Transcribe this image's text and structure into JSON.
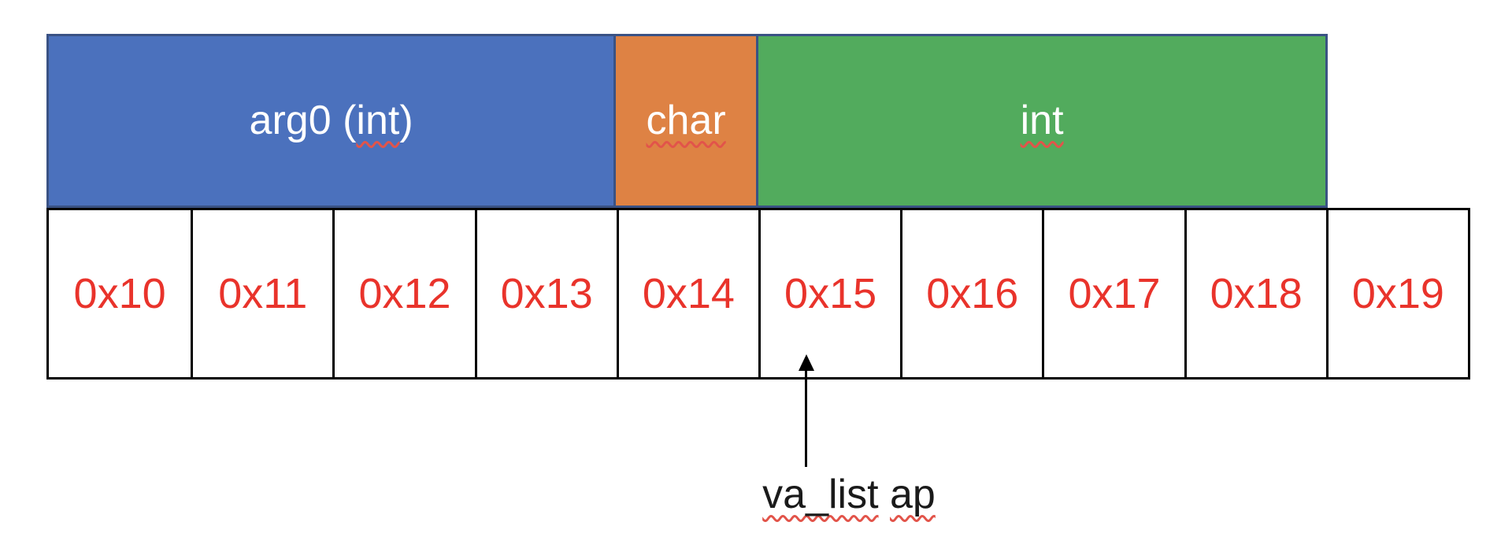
{
  "palette": {
    "background": "#FFFFFF",
    "blue_fill": "#4B71BD",
    "blue_border": "#3A5284",
    "orange_fill": "#DE8244",
    "green_fill": "#52AB5D",
    "cell_border": "#000000",
    "address_text": "#E9332B",
    "label_text_light": "#FFFFFF",
    "label_text_dark": "#1A1A1A",
    "squiggle": "#E2544A"
  },
  "band": {
    "segments": [
      {
        "name": "arg0-int-block",
        "full_label": "arg0 (int)",
        "color_key": "blue_fill",
        "col_start": 1,
        "col_end": 5,
        "parts": [
          {
            "text": "arg0 (",
            "squiggle": false
          },
          {
            "text": "int",
            "squiggle": true
          },
          {
            "text": ")",
            "squiggle": false
          }
        ]
      },
      {
        "name": "char-block",
        "full_label": "char",
        "color_key": "orange_fill",
        "col_start": 5,
        "col_end": 6,
        "parts": [
          {
            "text": "char",
            "squiggle": true
          }
        ]
      },
      {
        "name": "int-block",
        "full_label": "int",
        "color_key": "green_fill",
        "col_start": 6,
        "col_end": 10,
        "parts": [
          {
            "text": "int",
            "squiggle": true
          }
        ]
      }
    ]
  },
  "cells": {
    "addresses": [
      "0x10",
      "0x11",
      "0x12",
      "0x13",
      "0x14",
      "0x15",
      "0x16",
      "0x17",
      "0x18",
      "0x19"
    ]
  },
  "pointer": {
    "target_address": "0x15",
    "full_label": "va_list ap",
    "label_parts": [
      {
        "text": "va_list",
        "squiggle": true
      },
      {
        "text": " ",
        "squiggle": false
      },
      {
        "text": "ap",
        "squiggle": true
      }
    ]
  }
}
